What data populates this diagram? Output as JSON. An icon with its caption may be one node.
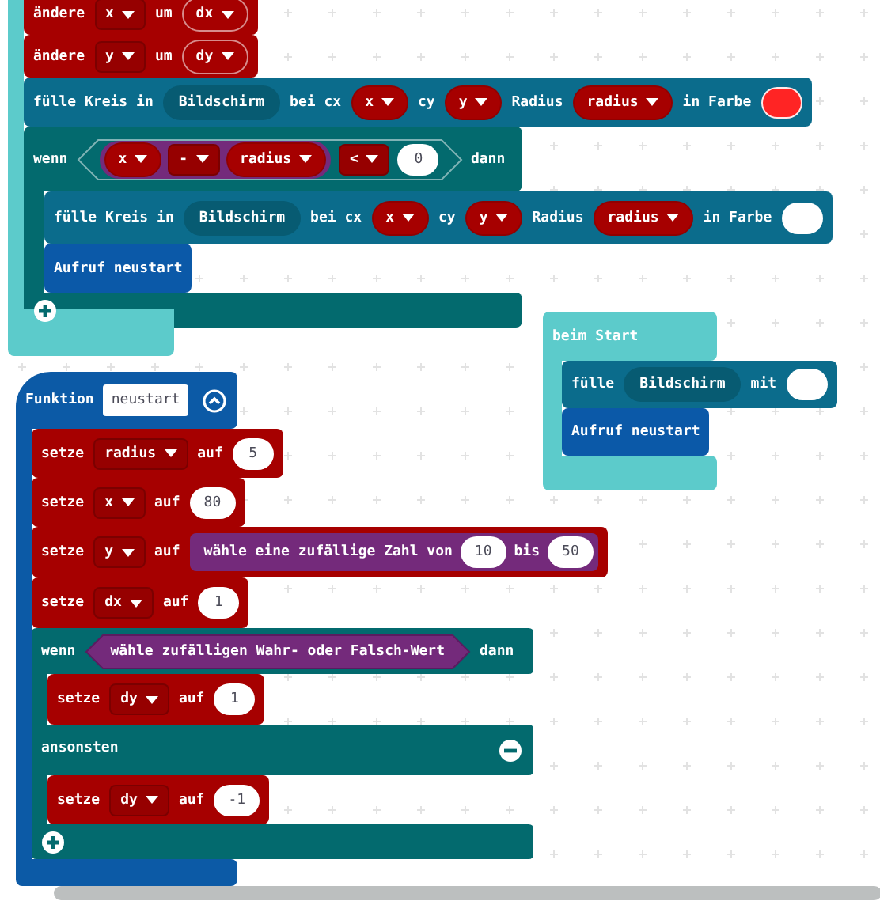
{
  "diagram": {
    "nodes": [
      {
        "text": [],
        "shape": "box"
      },
      {
        "text": [
          "ändere",
          "um"
        ]
      },
      {
        "text": [
          "x"
        ],
        "in": 1
      },
      {
        "text": [
          "dx"
        ],
        "in": 1
      },
      {
        "text": [
          "ändere",
          "um"
        ]
      },
      {
        "text": [
          "y"
        ],
        "in": 4
      },
      {
        "text": [
          "dy"
        ],
        "in": 4
      },
      {
        "text": [
          "fülle Kreis in",
          "bei cx",
          "cy",
          "Radius",
          "in Farbe"
        ]
      },
      {
        "text": [
          "Bildschirm"
        ],
        "in": 7
      },
      {
        "text": [
          "x"
        ],
        "in": 7
      },
      {
        "text": [
          "y"
        ],
        "in": 7
      },
      {
        "text": [
          "radius"
        ],
        "in": 7
      },
      {
        "text": [],
        "shape": "circle",
        "in": 7
      },
      {
        "text": [
          "wenn",
          "dann"
        ]
      },
      {
        "text": [],
        "shape": "hexagon",
        "in": 13
      },
      {
        "text": [],
        "shape": "capsule",
        "in": 14
      },
      {
        "text": [
          "x"
        ],
        "in": 15
      },
      {
        "text": [
          "-"
        ],
        "in": 15
      },
      {
        "text": [
          "radius"
        ],
        "in": 15
      },
      {
        "text": [
          "<"
        ],
        "in": 14
      },
      {
        "text": [
          "0"
        ],
        "in": 14
      },
      {
        "text": [
          "fülle Kreis in",
          "bei cx",
          "cy",
          "Radius",
          "in Farbe"
        ]
      },
      {
        "text": [
          "Bildschirm"
        ],
        "in": 21
      },
      {
        "text": [
          "x"
        ],
        "in": 21
      },
      {
        "text": [
          "y"
        ],
        "in": 21
      },
      {
        "text": [
          "radius"
        ],
        "in": 21
      },
      {
        "text": [],
        "shape": "circle",
        "in": 21
      },
      {
        "text": [
          "Aufruf neustart"
        ]
      },
      {
        "text": [
          "beim Start"
        ]
      },
      {
        "text": [
          "fülle",
          "mit"
        ]
      },
      {
        "text": [
          "Bildschirm"
        ],
        "in": 29
      },
      {
        "text": [],
        "shape": "circle",
        "in": 29
      },
      {
        "text": [
          "Aufruf neustart"
        ]
      },
      {
        "text": [
          "Funktion"
        ]
      },
      {
        "text": [
          "neustart"
        ],
        "in": 33
      },
      {
        "text": [
          "setze",
          "auf"
        ]
      },
      {
        "text": [
          "radius"
        ],
        "in": 35
      },
      {
        "text": [
          "5"
        ],
        "in": 35
      },
      {
        "text": [
          "setze",
          "auf"
        ]
      },
      {
        "text": [
          "x"
        ],
        "in": 38
      },
      {
        "text": [
          "80"
        ],
        "in": 38
      },
      {
        "text": [
          "setze",
          "auf"
        ]
      },
      {
        "text": [
          "y"
        ],
        "in": 41
      },
      {
        "text": [
          "wähle eine zufällige Zahl von",
          "bis"
        ],
        "in": 41
      },
      {
        "text": [
          "10"
        ],
        "in": 43
      },
      {
        "text": [
          "50"
        ],
        "in": 43
      },
      {
        "text": [
          "setze",
          "auf"
        ]
      },
      {
        "text": [
          "dx"
        ],
        "in": 46
      },
      {
        "text": [
          "1"
        ],
        "in": 46
      },
      {
        "text": [
          "wenn",
          "dann",
          "ansonsten"
        ]
      },
      {
        "text": [
          "wähle zufälligen Wahr- oder Falsch-Wert"
        ],
        "in": 49
      },
      {
        "text": [
          "setze",
          "auf"
        ],
        "in": 49
      },
      {
        "text": [
          "dy"
        ],
        "in": 51
      },
      {
        "text": [
          "1"
        ],
        "in": 51
      },
      {
        "text": [
          "setze",
          "auf"
        ],
        "in": 49
      },
      {
        "text": [
          "dy"
        ],
        "in": 54
      },
      {
        "text": [
          "-1"
        ],
        "in": 54
      }
    ]
  }
}
